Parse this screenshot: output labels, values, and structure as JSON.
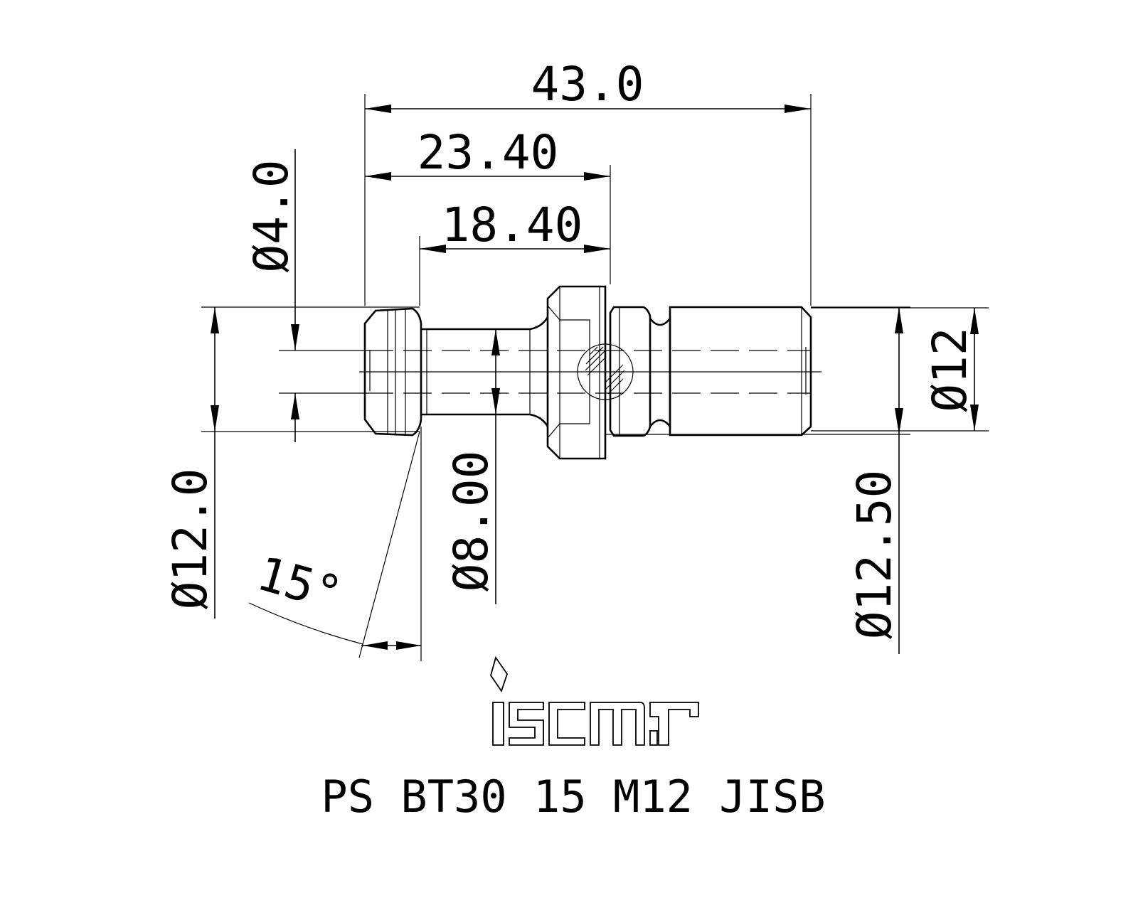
{
  "drawing": {
    "title": "PS BT30 15 M12 JISB",
    "brand": "iscar",
    "dimensions": {
      "overall_length": "43.0",
      "length_to_flange": "23.40",
      "neck_length": "18.40",
      "bore_diameter": "Ø4.0",
      "head_diameter": "Ø12.0",
      "neck_diameter": "Ø8.00",
      "flange_diameter": "Ø12.50",
      "thread_diameter": "Ø12",
      "angle": "15°"
    }
  }
}
